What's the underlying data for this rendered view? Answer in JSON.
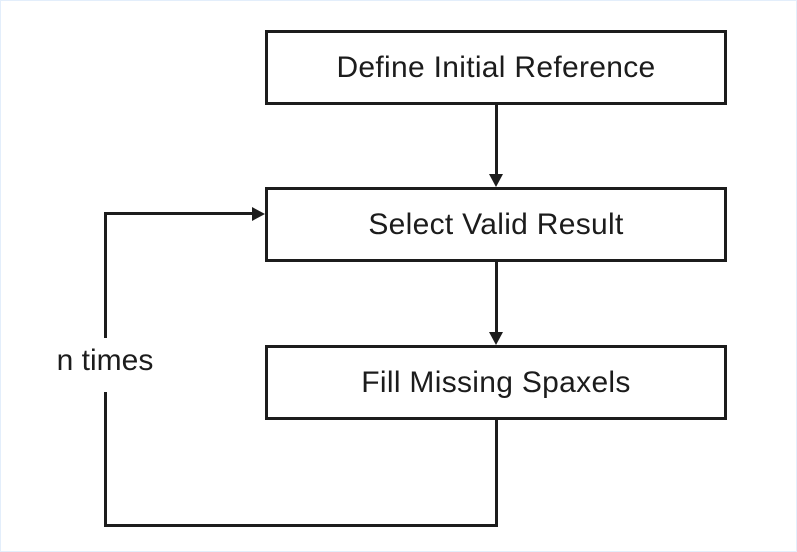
{
  "diagram": {
    "nodes": [
      {
        "id": "define-initial-reference",
        "label": "Define Initial Reference"
      },
      {
        "id": "select-valid-result",
        "label": "Select Valid Result"
      },
      {
        "id": "fill-missing-spaxels",
        "label": "Fill Missing Spaxels"
      }
    ],
    "edges": [
      {
        "from": "define-initial-reference",
        "to": "select-valid-result",
        "style": "arrow-down"
      },
      {
        "from": "select-valid-result",
        "to": "fill-missing-spaxels",
        "style": "arrow-down"
      },
      {
        "from": "fill-missing-spaxels",
        "to": "select-valid-result",
        "style": "loop-left",
        "label": "n times"
      }
    ],
    "loop_label": "n times",
    "colors": {
      "stroke": "#1c1c1c",
      "text": "#1c1c1c",
      "node_fill": "#ffffff",
      "background": "#ffffff",
      "frame": "#e3eefb"
    }
  }
}
